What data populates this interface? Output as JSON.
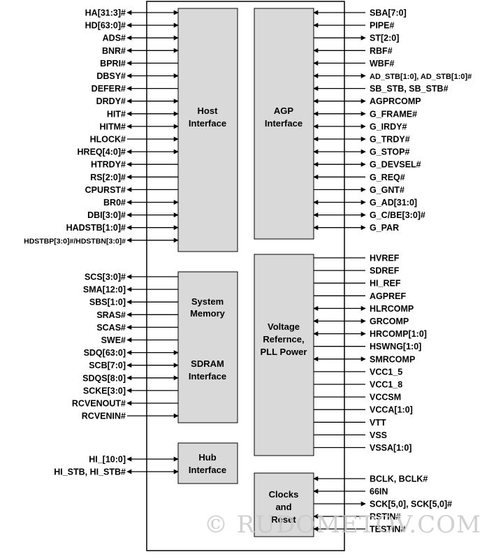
{
  "blocks": {
    "host": [
      "Host",
      "Interface"
    ],
    "agp": [
      "AGP",
      "Interface"
    ],
    "memory": [
      "System",
      "Memory",
      "SDRAM",
      "Interface"
    ],
    "voltage": [
      "Voltage",
      "Refernce,",
      "PLL Power"
    ],
    "hub": [
      "Hub",
      "Interface"
    ],
    "clocks": [
      "Clocks",
      "and",
      "Reset"
    ]
  },
  "host_signals": [
    {
      "label": "HA[31:3]#",
      "dir": "bi"
    },
    {
      "label": "HD[63:0]#",
      "dir": "bi"
    },
    {
      "label": "ADS#",
      "dir": "bi"
    },
    {
      "label": "BNR#",
      "dir": "bi"
    },
    {
      "label": "BPRI#",
      "dir": "out"
    },
    {
      "label": "DBSY#",
      "dir": "bi"
    },
    {
      "label": "DEFER#",
      "dir": "out"
    },
    {
      "label": "DRDY#",
      "dir": "bi"
    },
    {
      "label": "HIT#",
      "dir": "bi"
    },
    {
      "label": "HITM#",
      "dir": "bi"
    },
    {
      "label": "HLOCK#",
      "dir": "in"
    },
    {
      "label": "HREQ[4:0]#",
      "dir": "bi"
    },
    {
      "label": "HTRDY#",
      "dir": "out"
    },
    {
      "label": "RS[2:0]#",
      "dir": "out"
    },
    {
      "label": "CPURST#",
      "dir": "out"
    },
    {
      "label": "BR0#",
      "dir": "bi"
    },
    {
      "label": "DBI[3:0]#",
      "dir": "bi"
    },
    {
      "label": "HADSTB[1:0]#",
      "dir": "bi"
    },
    {
      "label": "HDSTBP[3:0]#/HDSTBN[3:0]#",
      "dir": "bi"
    }
  ],
  "memory_signals": [
    {
      "label": "SCS[3:0]#",
      "dir": "out"
    },
    {
      "label": "SMA[12:0]",
      "dir": "out"
    },
    {
      "label": "SBS[1:0]",
      "dir": "out"
    },
    {
      "label": "SRAS#",
      "dir": "out"
    },
    {
      "label": "SCAS#",
      "dir": "out"
    },
    {
      "label": "SWE#",
      "dir": "out"
    },
    {
      "label": "SDQ[63:0]",
      "dir": "bi"
    },
    {
      "label": "SCB[7:0]",
      "dir": "bi"
    },
    {
      "label": "SDQS[8:0]",
      "dir": "bi"
    },
    {
      "label": "SCKE[3:0]",
      "dir": "out"
    },
    {
      "label": "RCVENOUT#",
      "dir": "out"
    },
    {
      "label": "RCVENIN#",
      "dir": "in"
    }
  ],
  "hub_signals": [
    {
      "label": "HI_[10:0]",
      "dir": "bi"
    },
    {
      "label": "HI_STB, HI_STB#",
      "dir": "bi"
    }
  ],
  "agp_signals": [
    {
      "label": "SBA[7:0]",
      "dir": "in"
    },
    {
      "label": "PIPE#",
      "dir": "in"
    },
    {
      "label": "ST[2:0]",
      "dir": "out"
    },
    {
      "label": "RBF#",
      "dir": "in"
    },
    {
      "label": "WBF#",
      "dir": "in"
    },
    {
      "label": "AD_STB[1:0], AD_STB[1:0]#",
      "dir": "bi"
    },
    {
      "label": "SB_STB, SB_STB#",
      "dir": "in"
    },
    {
      "label": "AGPRCOMP",
      "dir": "bi"
    },
    {
      "label": "G_FRAME#",
      "dir": "bi"
    },
    {
      "label": "G_IRDY#",
      "dir": "bi"
    },
    {
      "label": "G_TRDY#",
      "dir": "bi"
    },
    {
      "label": "G_STOP#",
      "dir": "bi"
    },
    {
      "label": "G_DEVSEL#",
      "dir": "bi"
    },
    {
      "label": "G_REQ#",
      "dir": "in"
    },
    {
      "label": "G_GNT#",
      "dir": "out"
    },
    {
      "label": "G_AD[31:0]",
      "dir": "bi"
    },
    {
      "label": "G_C/BE[3:0]#",
      "dir": "bi"
    },
    {
      "label": "G_PAR",
      "dir": "bi"
    }
  ],
  "voltage_signals": [
    {
      "label": "HVREF",
      "dir": "none"
    },
    {
      "label": "SDREF",
      "dir": "none"
    },
    {
      "label": "HI_REF",
      "dir": "none"
    },
    {
      "label": "AGPREF",
      "dir": "none"
    },
    {
      "label": "HLRCOMP",
      "dir": "bi"
    },
    {
      "label": "GRCOMP",
      "dir": "bi"
    },
    {
      "label": "HRCOMP[1:0]",
      "dir": "bi"
    },
    {
      "label": "HSWNG[1:0]",
      "dir": "none"
    },
    {
      "label": "SMRCOMP",
      "dir": "bi"
    },
    {
      "label": "VCC1_5",
      "dir": "none"
    },
    {
      "label": "VCC1_8",
      "dir": "none"
    },
    {
      "label": "VCCSM",
      "dir": "none"
    },
    {
      "label": "VCCA[1:0]",
      "dir": "none"
    },
    {
      "label": "VTT",
      "dir": "none"
    },
    {
      "label": "VSS",
      "dir": "none"
    },
    {
      "label": "VSSA[1:0]",
      "dir": "none"
    }
  ],
  "clock_signals": [
    {
      "label": "BCLK, BCLK#",
      "dir": "in"
    },
    {
      "label": "66IN",
      "dir": "in"
    },
    {
      "label": "SCK[5,0], SCK[5,0]#",
      "dir": "out"
    },
    {
      "label": "RSTIN#",
      "dir": "in"
    },
    {
      "label": "TESTIN#",
      "dir": "in"
    }
  ],
  "watermark": "© RUDOMETOV.COM"
}
